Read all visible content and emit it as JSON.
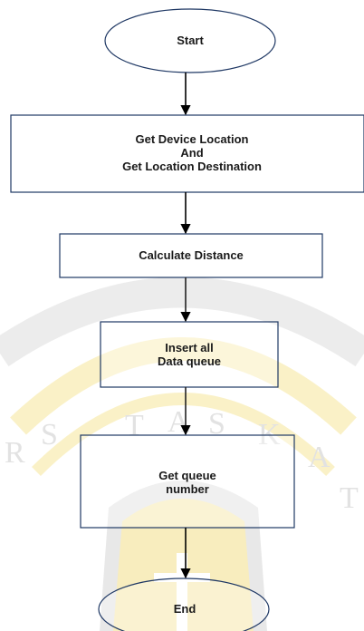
{
  "flowchart": {
    "start": "Start",
    "step1": [
      "Get Device Location",
      "And",
      "Get Location Destination"
    ],
    "step2": "Calculate Distance",
    "step3": [
      "Insert all",
      "Data queue"
    ],
    "step4": [
      "Get queue",
      "number"
    ],
    "end": "End"
  },
  "colors": {
    "shape_stroke": "#1f3864",
    "text": "#1a1a1a",
    "watermark_yellow": "#f6e69a",
    "watermark_gray": "#d9d9d9"
  }
}
